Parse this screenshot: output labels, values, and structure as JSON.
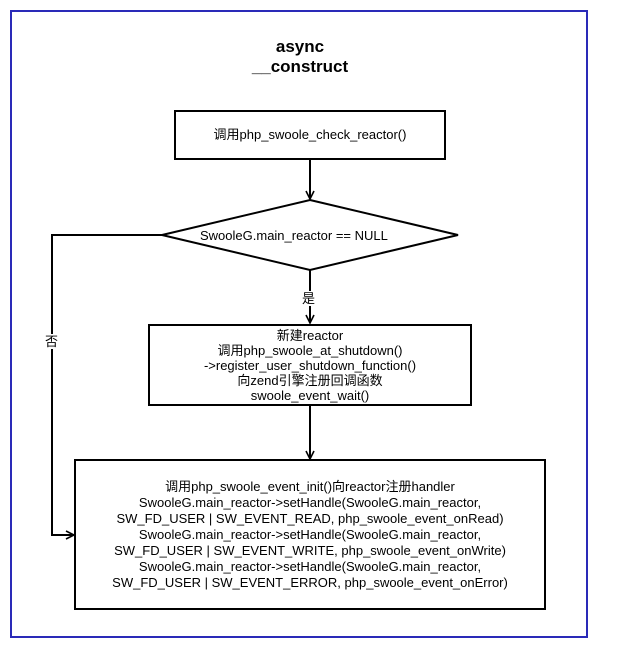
{
  "title_line1": "async",
  "title_line2": "__construct",
  "step1": "调用php_swoole_check_reactor()",
  "decision": "SwooleG.main_reactor == NULL",
  "yes_label": "是",
  "no_label": "否",
  "step2_lines": [
    "新建reactor",
    "调用php_swoole_at_shutdown()",
    "->register_user_shutdown_function()",
    "向zend引擎注册回调函数",
    "swoole_event_wait()"
  ],
  "step3_lines": [
    "调用php_swoole_event_init()向reactor注册handler",
    "SwooleG.main_reactor->setHandle(SwooleG.main_reactor,",
    "SW_FD_USER | SW_EVENT_READ, php_swoole_event_onRead)",
    "SwooleG.main_reactor->setHandle(SwooleG.main_reactor,",
    "SW_FD_USER | SW_EVENT_WRITE, php_swoole_event_onWrite)",
    "SwooleG.main_reactor->setHandle(SwooleG.main_reactor,",
    "SW_FD_USER | SW_EVENT_ERROR, php_swoole_event_onError)"
  ],
  "colors": {
    "frame": "#2a2ab8",
    "stroke": "#000000"
  }
}
